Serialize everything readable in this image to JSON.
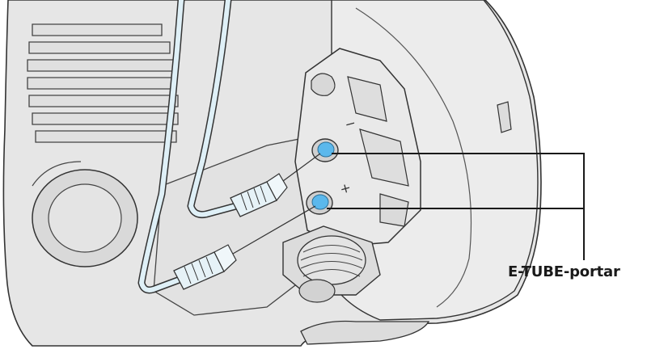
{
  "callout": {
    "label": "E-TUBE-portar",
    "line_color": "#1a1a1a"
  },
  "colors": {
    "housing_fill": "#e6e6e6",
    "housing_shadow": "#cfcfcf",
    "outline": "#333333",
    "cable_fill": "#dff0f7",
    "port_highlight": "#5bb8ec"
  },
  "ports": [
    {
      "name": "upper-port",
      "marking": "−"
    },
    {
      "name": "lower-port",
      "marking": "+"
    }
  ]
}
